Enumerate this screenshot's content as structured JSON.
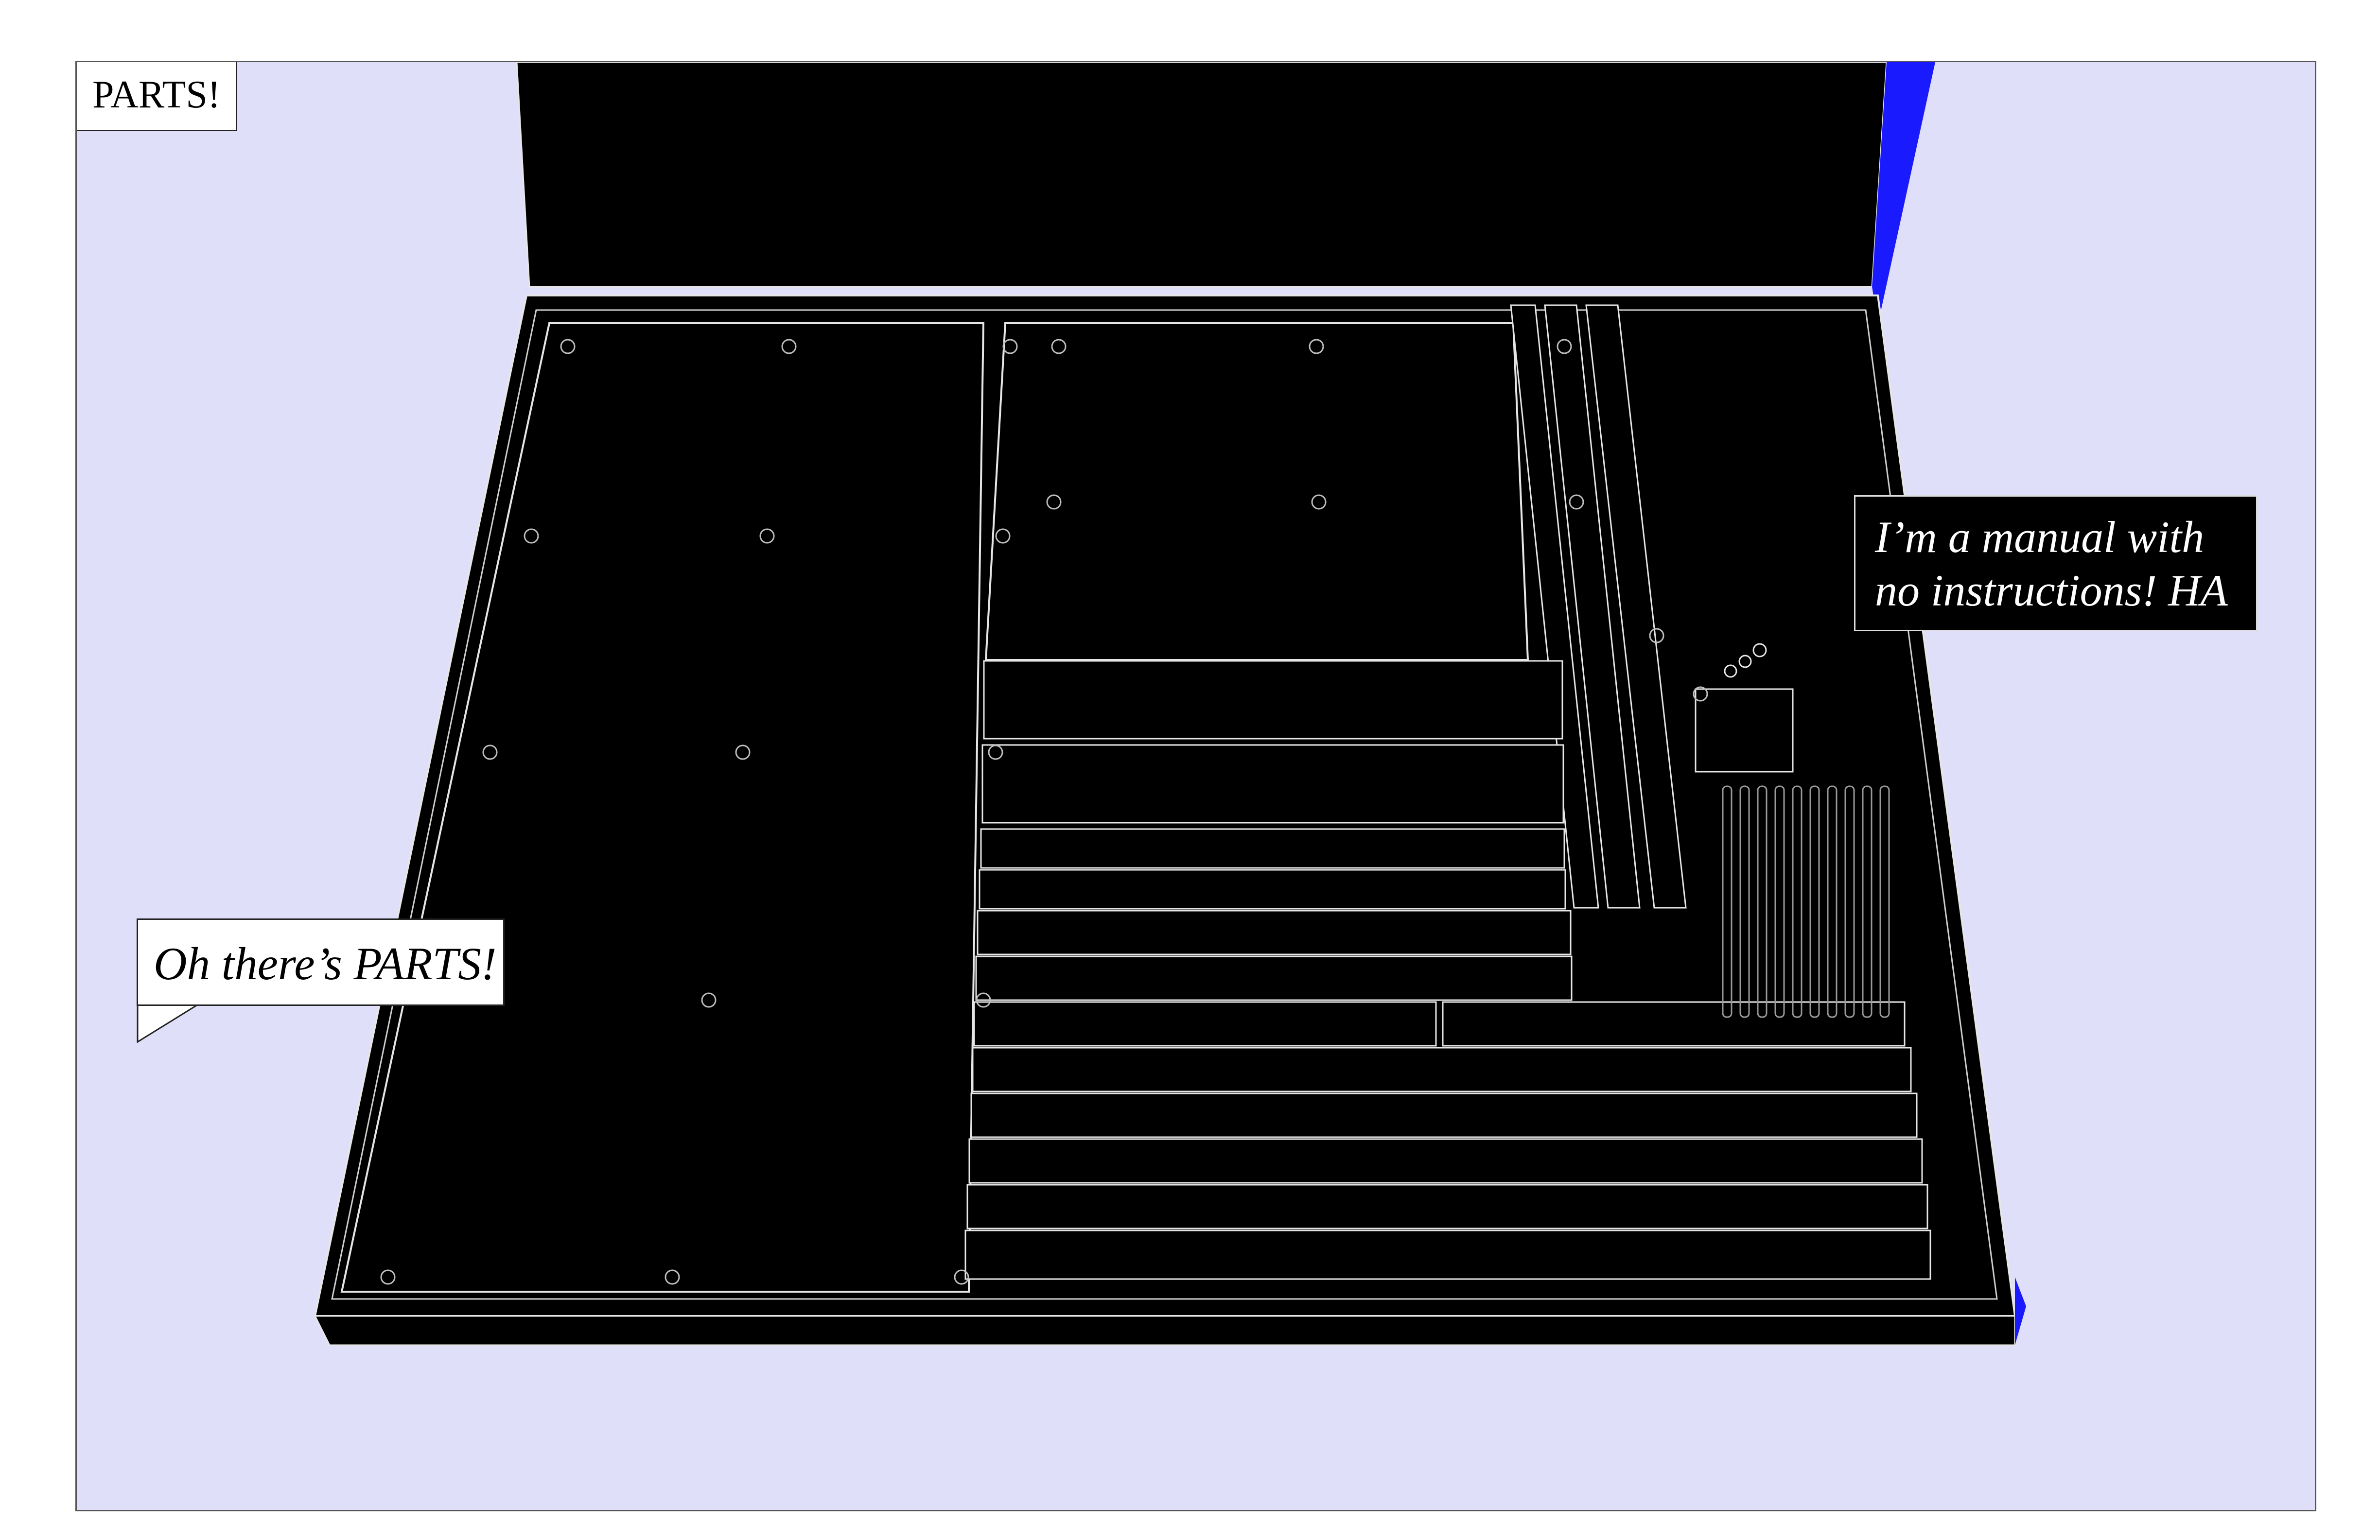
{
  "caption": {
    "text": "PARTS!"
  },
  "speech_bubble": {
    "text": "Oh there’s PARTS!"
  },
  "thought_bubble": {
    "lines": [
      "I’m a manual with",
      "no instructions! HA"
    ]
  },
  "colors": {
    "background": "#dfdffa",
    "box_fill": "#000000",
    "outline": "#e6e6e6",
    "lid_edge": "#1a1aff",
    "bubble_fill": "#ffffff",
    "thought_fill": "#000000"
  }
}
